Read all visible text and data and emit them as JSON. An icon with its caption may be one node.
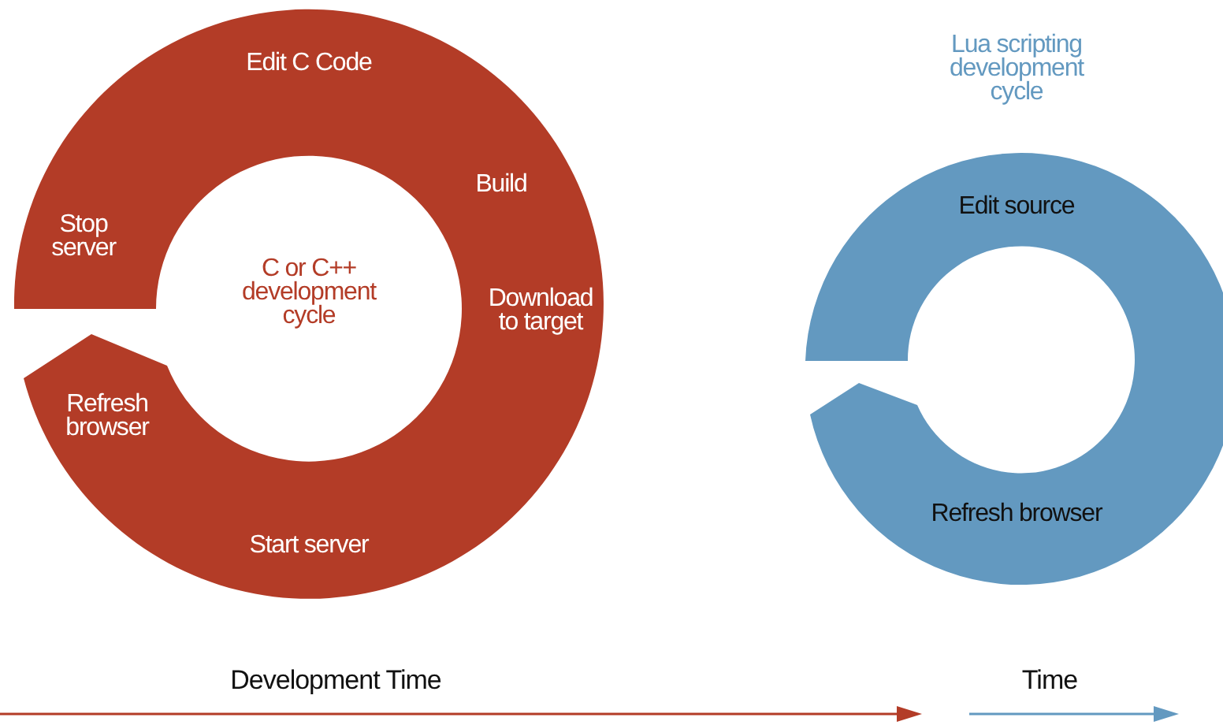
{
  "diagram": {
    "nodes": [
      {
        "text": [
          "Edit C Code",
          "Build",
          "Download to target",
          "Start server",
          "Refresh browser",
          "Stop server",
          "C or C++ development cycle"
        ]
      },
      {
        "text": [
          "Lua scripting development cycle",
          "Edit source",
          "Refresh browser"
        ]
      }
    ],
    "labels": [
      "Development Time",
      "Time"
    ]
  }
}
